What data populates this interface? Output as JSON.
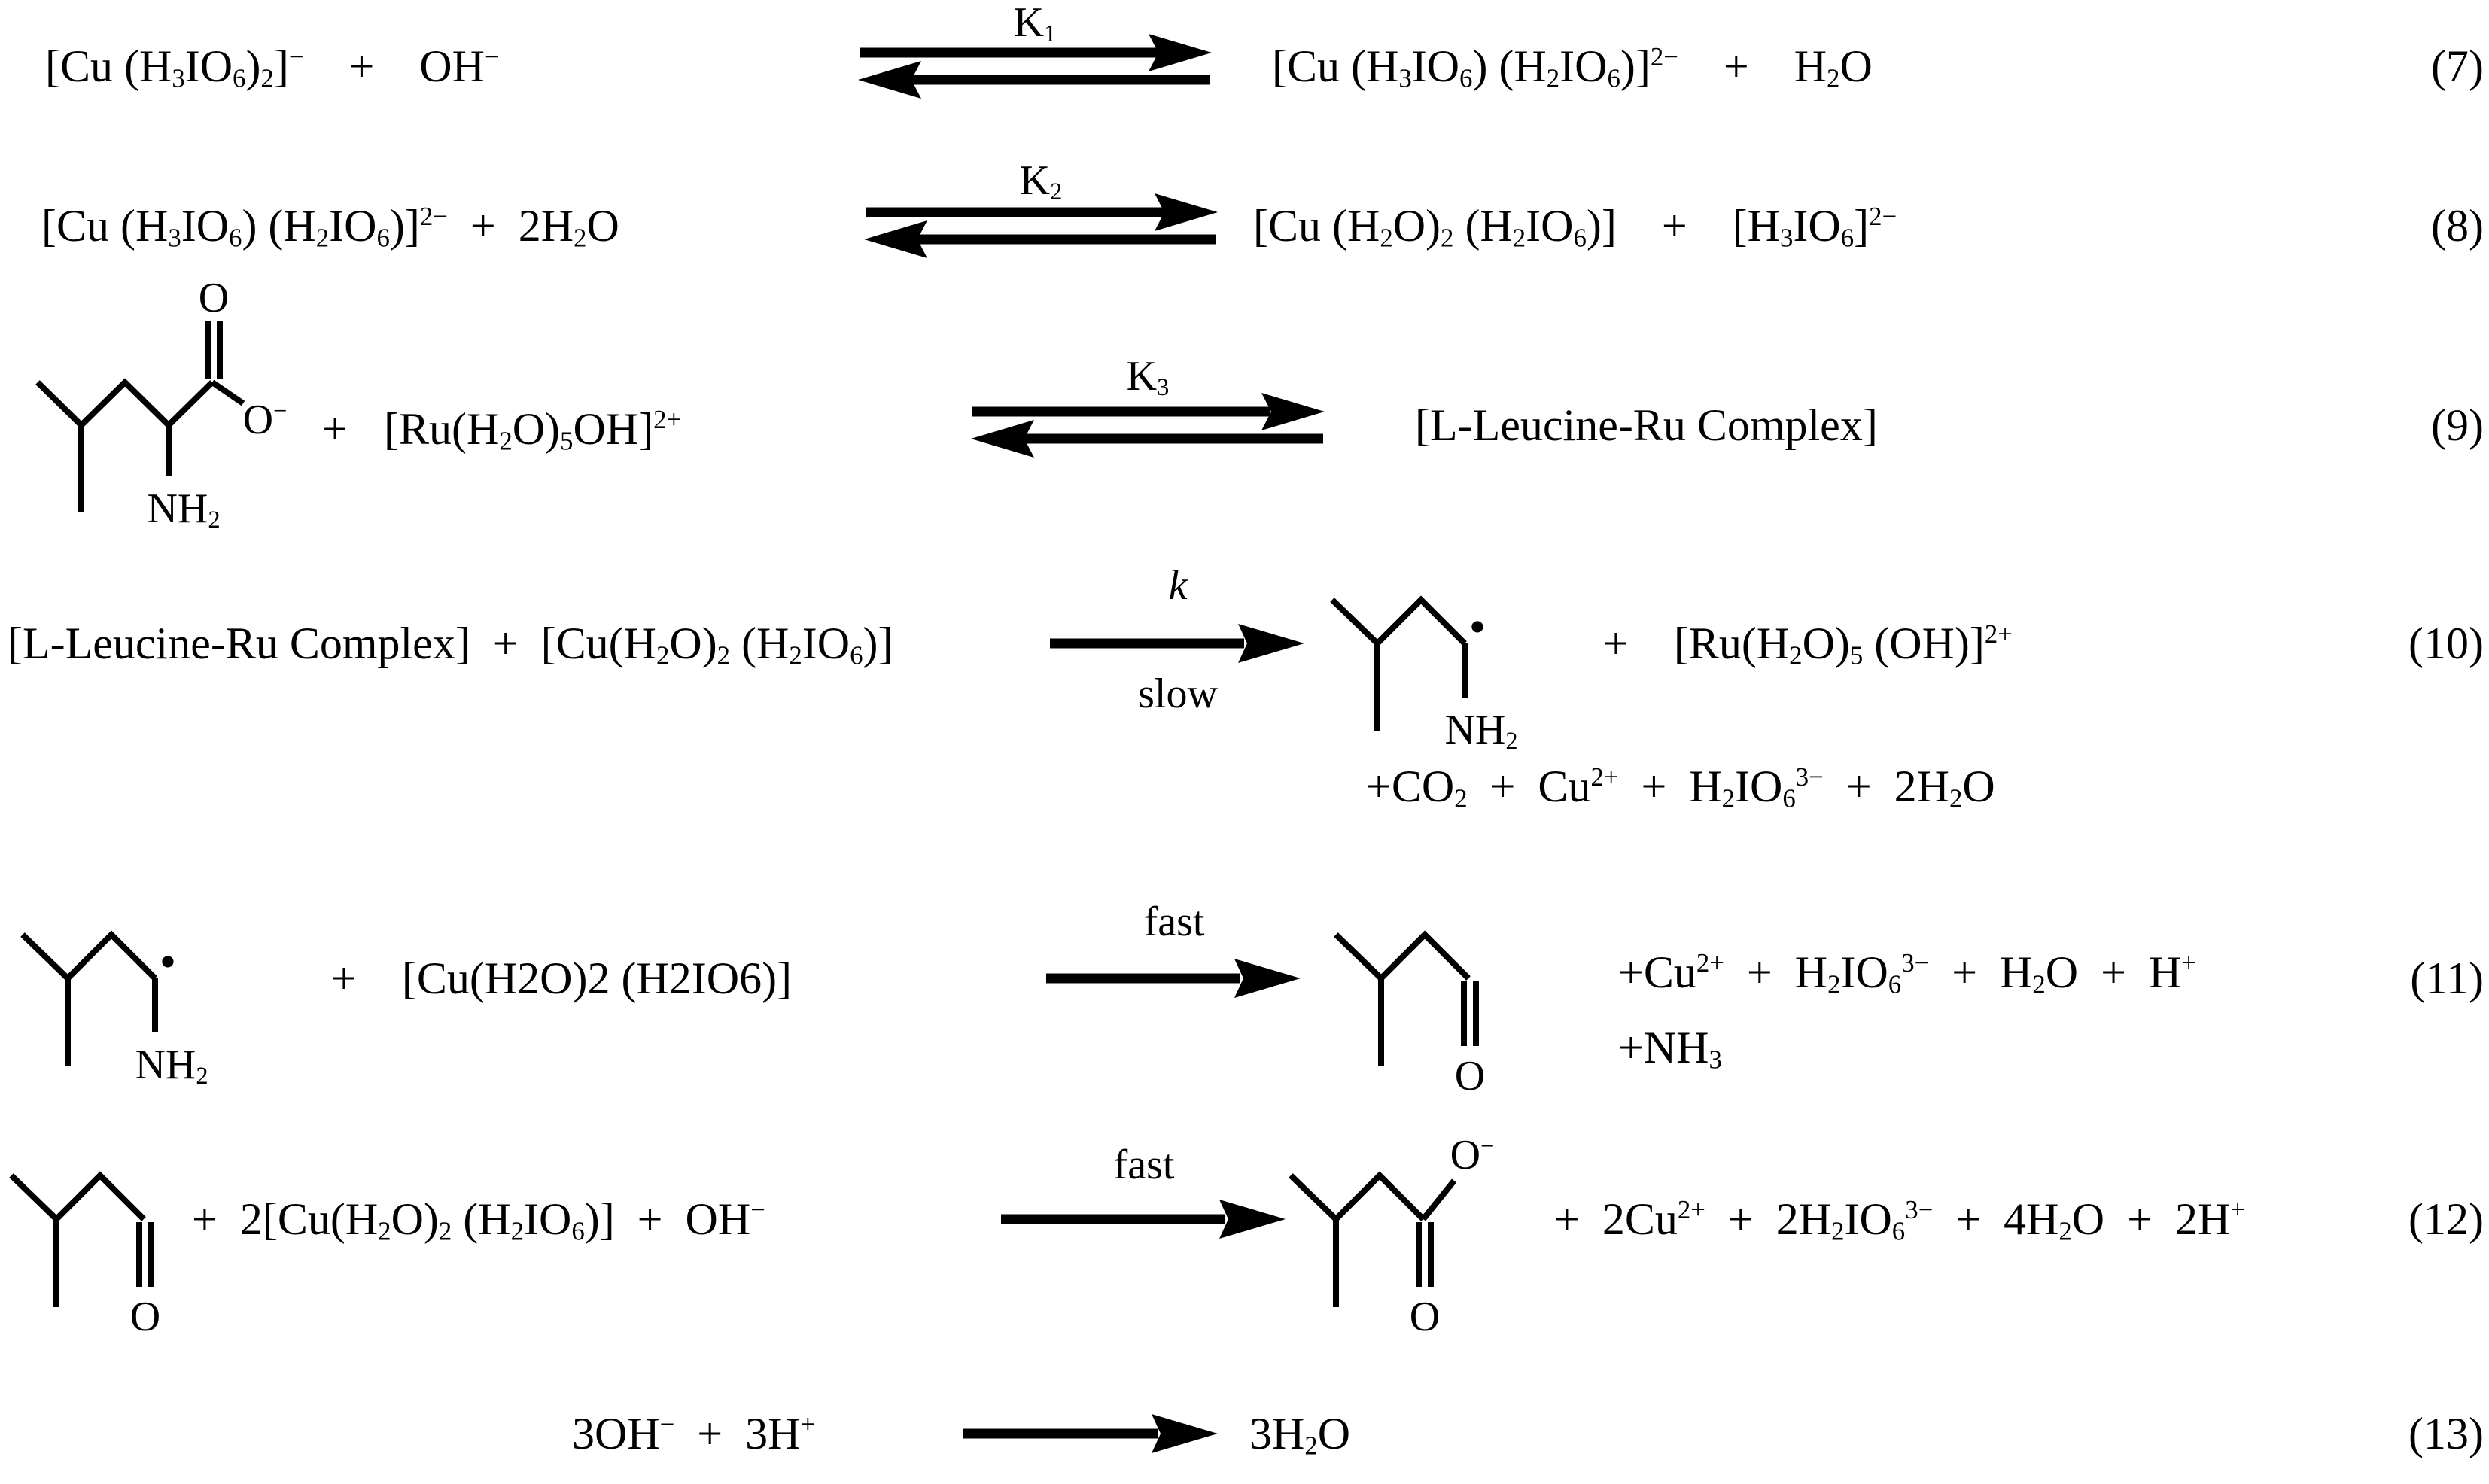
{
  "equations": {
    "eq7": {
      "number": "(7)",
      "lhs": "[Cu (H_{3}IO_{6})_{2}]^{−} + OH^{−}",
      "arrow": {
        "type": "equilibrium",
        "label_top": "K_{1}"
      },
      "rhs": "[Cu (H_{3}IO_{6}) (H_{2}IO_{6})]^{2−} + H_{2}O"
    },
    "eq8": {
      "number": "(8)",
      "lhs": "[Cu (H_{3}IO_{6}) (H_{2}IO_{6})]^{2−} + 2H_{2}O",
      "arrow": {
        "type": "equilibrium",
        "label_top": "K_{2}"
      },
      "rhs": "[Cu (H_{2}O)_{2} (H_{2}IO_{6})] + [H_{3}IO_{6}]^{2−}"
    },
    "eq9": {
      "number": "(9)",
      "reactant_structure": "l_leucine_carboxylate",
      "plus": "+",
      "reactant2": "[Ru(H_{2}O)_{5}OH]^{2+}",
      "arrow": {
        "type": "equilibrium",
        "label_top": "K_{3}"
      },
      "rhs": "[L-Leucine-Ru Complex]"
    },
    "eq10": {
      "number": "(10)",
      "lhs": "[L-Leucine-Ru Complex] + [Cu(H_{2}O)_{2} (H_{2}IO_{6})]",
      "arrow": {
        "type": "forward",
        "label_top": "k",
        "label_bottom": "slow"
      },
      "product_structure": "aminoalkyl_radical",
      "rhs": "+ [Ru(H_{2}O)_{5} (OH)]^{2+}",
      "rhs_line2": "+CO_{2} + Cu^{2+} + H_{2}IO_{6}^{3−} + 2H_{2}O"
    },
    "eq11": {
      "number": "(11)",
      "reactant_structure": "aminoalkyl_radical",
      "lhs_rest": "+ [Cu(H2O)2 (H2IO6)]",
      "arrow": {
        "type": "forward",
        "label_top": "fast"
      },
      "product_structure": "aldehyde",
      "rhs": "+Cu^{2+} + H_{2}IO_{6}^{3−} + H_{2}O + H^{+}",
      "rhs_line2": "+NH_{3}"
    },
    "eq12": {
      "number": "(12)",
      "reactant_structure": "aldehyde",
      "lhs_rest": "+ 2[Cu(H_{2}O)_{2} (H_{2}IO_{6})] + OH^{−}",
      "arrow": {
        "type": "forward",
        "label_top": "fast"
      },
      "product_structure": "carboxylate",
      "rhs": "+ 2Cu^{2+} + 2H_{2}IO_{6}^{3−} + 4H_{2}O + 2H^{+}"
    },
    "eq13": {
      "number": "(13)",
      "lhs": "3OH^{−} + 3H^{+}",
      "arrow": {
        "type": "forward"
      },
      "rhs": "3H_{2}O"
    }
  },
  "structures": {
    "l_leucine_carboxylate": {
      "carbonyl_o": "O",
      "carboxylate_o": "O^{−}",
      "amine": "NH_{2}"
    },
    "aminoalkyl_radical": {
      "amine": "NH_{2}",
      "radical_dot": "•"
    },
    "aldehyde": {
      "carbonyl_o": "O"
    },
    "carboxylate": {
      "carboxylate_o": "O^{−}",
      "carbonyl_o": "O"
    }
  }
}
